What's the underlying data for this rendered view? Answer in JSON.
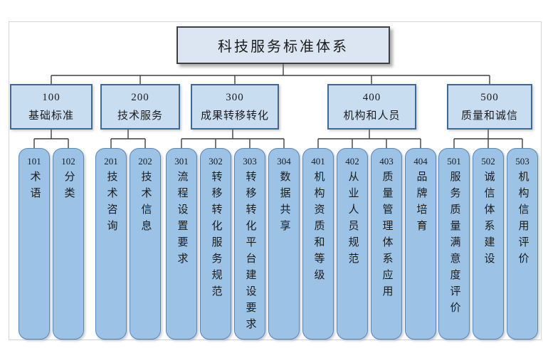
{
  "root": {
    "label": "科技服务标准体系"
  },
  "groups": [
    {
      "code": "100",
      "name": "基础标准",
      "children": [
        {
          "code": "101",
          "name": "术语"
        },
        {
          "code": "102",
          "name": "分类"
        }
      ]
    },
    {
      "code": "200",
      "name": "技术服务",
      "children": [
        {
          "code": "201",
          "name": "技术咨询"
        },
        {
          "code": "202",
          "name": "技术信息"
        }
      ]
    },
    {
      "code": "300",
      "name": "成果转移转化",
      "children": [
        {
          "code": "301",
          "name": "流程设置要求"
        },
        {
          "code": "302",
          "name": "转移转化服务规范"
        },
        {
          "code": "303",
          "name": "转移转化平台建设要求"
        },
        {
          "code": "304",
          "name": "数据共享"
        }
      ]
    },
    {
      "code": "400",
      "name": "机构和人员",
      "children": [
        {
          "code": "401",
          "name": "机构资质和等级"
        },
        {
          "code": "402",
          "name": "从业人员规范"
        },
        {
          "code": "403",
          "name": "质量管理体系应用"
        },
        {
          "code": "404",
          "name": "品牌培育"
        }
      ]
    },
    {
      "code": "500",
      "name": "质量和诚信",
      "children": [
        {
          "code": "501",
          "name": "服务质量满意度评价"
        },
        {
          "code": "502",
          "name": "诚信体系建设"
        },
        {
          "code": "503",
          "name": "机构信用评价"
        }
      ]
    }
  ],
  "colors": {
    "root_fill": "#dce6f2",
    "root_border": "#404040",
    "branch_fill": "#c9ddf1",
    "branch_border": "#3c6a94",
    "leaf_fill": "#9cc2e5",
    "leaf_border": "#5b87b5",
    "connector": "#3f3f3f"
  }
}
